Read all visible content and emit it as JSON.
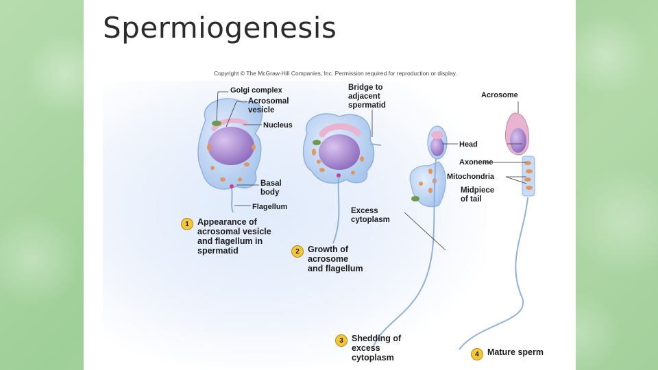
{
  "slide": {
    "title": "Spermiogenesis",
    "copyright": "Copyright © The McGraw-Hill Companies, Inc. Permission required for reproduction or display."
  },
  "labels": {
    "golgi": "Golgi complex",
    "acrosomal_vesicle": "Acrosomal\nvesicle",
    "nucleus": "Nucleus",
    "basal_body": "Basal\nbody",
    "flagellum": "Flagellum",
    "bridge": "Bridge to\nadjacent\nspermatid",
    "excess_cytoplasm": "Excess\ncytoplasm",
    "head": "Head",
    "axoneme": "Axoneme",
    "mitochondria": "Mitochondria",
    "midpiece": "Midpiece\nof tail",
    "acrosome": "Acrosome"
  },
  "steps": [
    {
      "number": "1",
      "text": "Appearance of\nacrosomal vesicle\nand flagellum in\nspermatid"
    },
    {
      "number": "2",
      "text": "Growth of\nacrosome\nand flagellum"
    },
    {
      "number": "3",
      "text": "Shedding of\nexcess\ncytoplasm"
    },
    {
      "number": "4",
      "text": "Mature sperm"
    }
  ],
  "colors": {
    "cell_body": "#c7dcf5",
    "nucleus": "#a98bd0",
    "acrosome": "#e8b4cf",
    "mitochondria": "#e3955f",
    "golgi": "#6f9a4a",
    "badge": "#f4c63a"
  }
}
